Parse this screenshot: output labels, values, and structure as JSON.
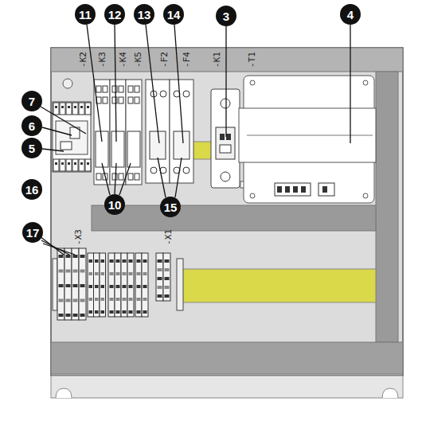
{
  "diagram": {
    "labels": [
      "-K2",
      "-K3",
      "11",
      "-K4",
      "12",
      "-K5",
      "13",
      "-F2",
      "14",
      "-F4",
      "3",
      "-K1",
      "4",
      "-T1",
      "7",
      "6",
      "5",
      "10",
      "15",
      "16",
      "17",
      "-X3",
      "-X1"
    ]
  }
}
